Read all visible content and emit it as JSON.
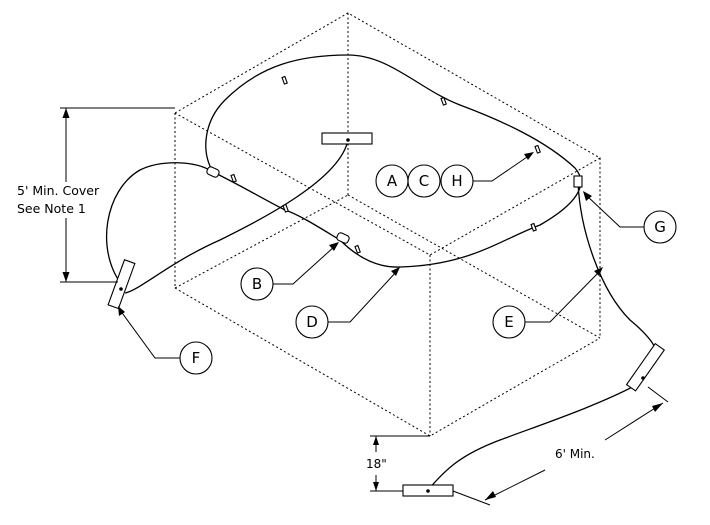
{
  "callouts": {
    "a": "A",
    "c": "C",
    "h": "H",
    "b": "B",
    "d": "D",
    "e": "E",
    "f": "F",
    "g": "G"
  },
  "notes": {
    "cover_line1": "5' Min. Cover",
    "cover_line2": "See Note 1"
  },
  "dimensions": {
    "depth": "18\"",
    "separation": "6' Min."
  }
}
